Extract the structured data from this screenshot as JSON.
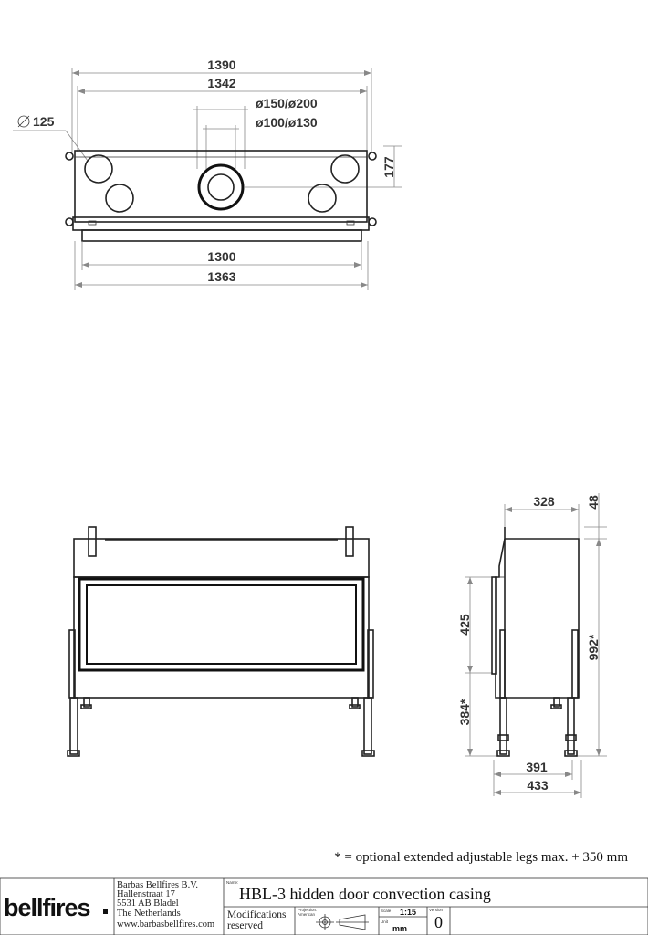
{
  "top_view": {
    "dims": {
      "overall_width": "1390",
      "inner_width": "1342",
      "flue_outer": "ø150/ø200",
      "flue_inner": "ø100/ø130",
      "inlet_diameter": "125",
      "depth_offset": "177",
      "front_width": "1300",
      "base_width": "1363"
    }
  },
  "side_view": {
    "dims": {
      "top_depth": "328",
      "top_rise": "48",
      "glass_height": "425",
      "leg_height": "384*",
      "total_height": "992*",
      "leg_span": "391",
      "base_depth": "433"
    }
  },
  "footnote": "* = optional extended adjustable legs max. + 350 mm",
  "title_block": {
    "brand": "bellfires",
    "company_lines": [
      "Barbas Bellfires B.V.",
      "Hallenstraat 17",
      "5531 AB Bladel",
      "The Netherlands",
      "www.barbasbellfires.com"
    ],
    "name_label": "Name:",
    "name": "HBL-3 hidden door convection casing",
    "modifications_line1": "Modifications",
    "modifications_line2": "reserved",
    "projection_label_1": "Projection:",
    "projection_label_2": "American",
    "scale_label": "Scale",
    "scale": "1:15",
    "unit_label": "Unit",
    "unit": "mm",
    "version_label": "Version",
    "version": "0"
  }
}
